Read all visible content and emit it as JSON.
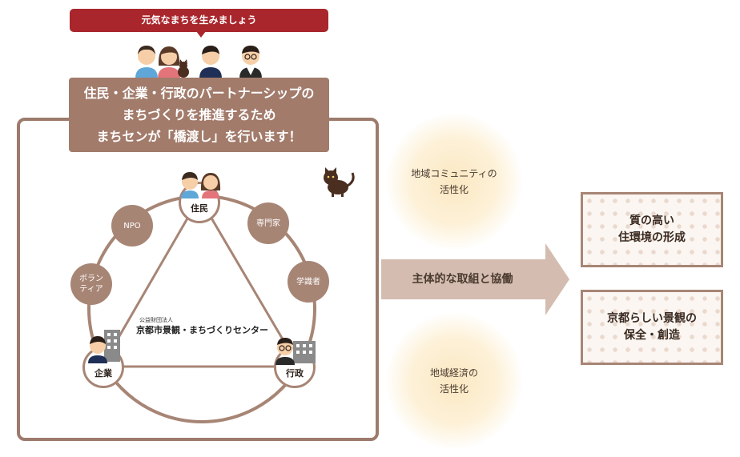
{
  "banner": {
    "text": "元気なまちを生みましょう"
  },
  "headline": {
    "lines": [
      "住民・企業・行政のパートナーシップの",
      "まちづくりを推進するため",
      "まちセンが「橋渡し」を行います！"
    ]
  },
  "circle": {
    "main_nodes": {
      "residents": "住民",
      "companies": "企業",
      "government": "行政"
    },
    "support_nodes": {
      "npo": "NPO",
      "volunteer_line1": "ボラン",
      "volunteer_line2": "ティア",
      "experts": "専門家",
      "academics": "学識者"
    }
  },
  "center": {
    "subtitle": "公益財団法人",
    "title": "京都市景観・まちづくりセンター"
  },
  "effects": {
    "community_line1": "地域コミュニティの",
    "community_line2": "活性化",
    "economy_line1": "地域経済の",
    "economy_line2": "活性化"
  },
  "arrow": {
    "label": "主体的な取組と協働"
  },
  "goals": {
    "g1_line1": "質の高い",
    "g1_line2": "住環境の形成",
    "g2_line1": "京都らしい景観の",
    "g2_line2": "保全・創造"
  },
  "colors": {
    "banner": "#a8262c",
    "brown": "#a78575",
    "frame": "#9d7b6c",
    "glow": "#fbe8c2"
  },
  "icons": [
    "person-male-icon",
    "person-female-icon",
    "cat-icon",
    "building-icon",
    "person-glasses-icon"
  ]
}
